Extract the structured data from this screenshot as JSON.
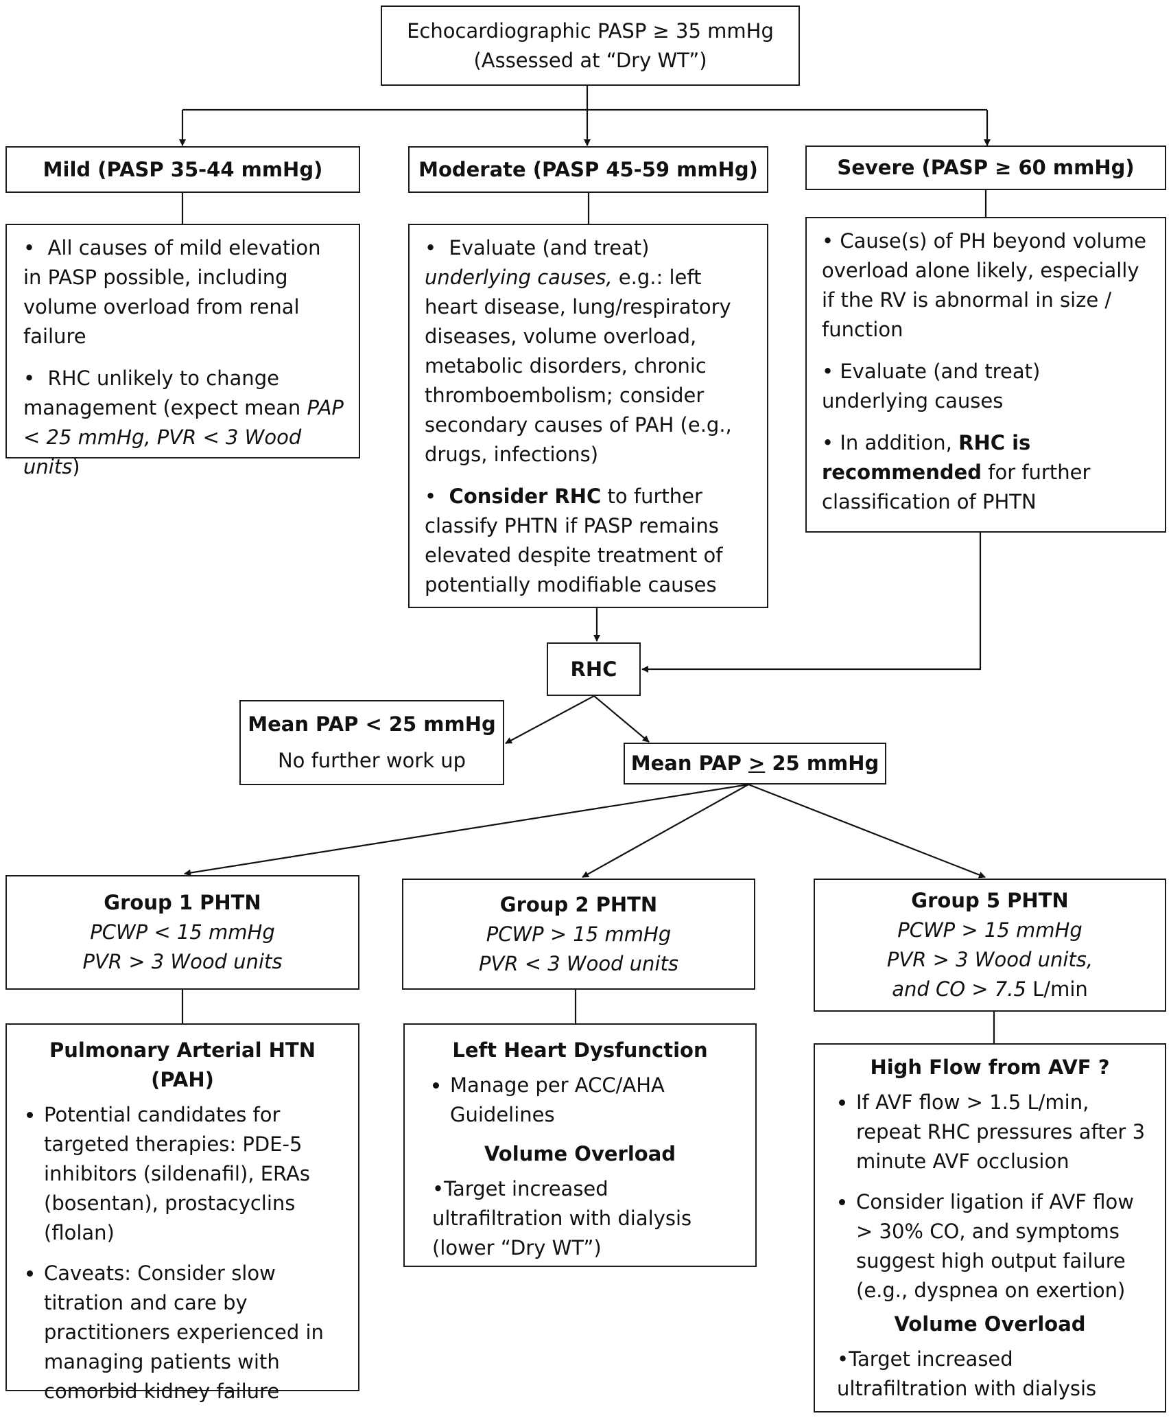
{
  "top": {
    "line1": "Echocardiographic PASP ≥ 35 mmHg",
    "line2": "(Assessed at “Dry WT”)"
  },
  "mild": {
    "title": "Mild (PASP 35-44 mmHg)",
    "b1": "All causes of mild elevation in PASP possible, including volume overload from renal failure",
    "b2_a": "RHC unlikely to change management (expect mean ",
    "b2_b": "PAP < 25 mmHg, PVR < 3 Wood units",
    "b2_c": ")"
  },
  "moderate": {
    "title": "Moderate (PASP 45-59 mmHg)",
    "b1_a": "Evaluate (and treat) ",
    "b1_b": "underlying causes,",
    "b1_c": " e.g.:  left heart disease, lung/respiratory diseases, volume overload, metabolic disorders, chronic thromboembolism; consider secondary causes of PAH (e.g., drugs, infections)",
    "b2_a": "Consider RHC",
    "b2_b": " to further classify PHTN if PASP remains elevated despite treatment of potentially modifiable causes"
  },
  "severe": {
    "title": "Severe (PASP ≥ 60 mmHg)",
    "b1": "Cause(s) of PH beyond volume overload alone likely, especially if the RV is abnormal in size / function",
    "b2": "Evaluate (and treat) underlying causes",
    "b3_a": "In addition, ",
    "b3_b": "RHC is recommended",
    "b3_c": " for further classification of PHTN"
  },
  "rhc": {
    "label": "RHC"
  },
  "mean_low": {
    "title": "Mean PAP < 25 mmHg",
    "text": "No further work up"
  },
  "mean_high": {
    "title_a": "Mean PAP ",
    "title_b": ">",
    "title_c": " 25 mmHg"
  },
  "group1": {
    "title": "Group 1 PHTN",
    "line1": "PCWP < 15 mmHg",
    "line2": "PVR  > 3 Wood units"
  },
  "group2": {
    "title": "Group 2 PHTN",
    "line1": "PCWP > 15 mmHg",
    "line2": "PVR < 3 Wood units"
  },
  "group5": {
    "title": "Group 5 PHTN",
    "line1": "PCWP > 15 mmHg",
    "line2": "PVR > 3 Wood units,",
    "line3_a": "and CO > 7.5",
    "line3_b": " L/min"
  },
  "pah": {
    "title": "Pulmonary Arterial HTN (PAH)",
    "b1": "Potential candidates for targeted therapies: PDE-5 inhibitors (sildenafil), ERAs (bosentan), prostacyclins (flolan)",
    "b2": "Caveats: Consider slow titration and care by practitioners experienced in managing patients with comorbid kidney failure"
  },
  "lhd": {
    "title": "Left Heart Dysfunction",
    "b1": "Manage per ACC/AHA Guidelines",
    "vo_title": "Volume Overload",
    "vo_text": "•Target increased ultrafiltration with dialysis (lower “Dry WT”)"
  },
  "avf": {
    "title": "High Flow from AVF ?",
    "b1": "If AVF flow > 1.5 L/min, repeat RHC pressures after 3 minute AVF occlusion",
    "b2": "Consider ligation if AVF flow > 30% CO, and symptoms suggest high output failure (e.g., dyspnea on exertion)",
    "vo_title": "Volume Overload",
    "vo_text": "•Target increased ultrafiltration with dialysis"
  }
}
